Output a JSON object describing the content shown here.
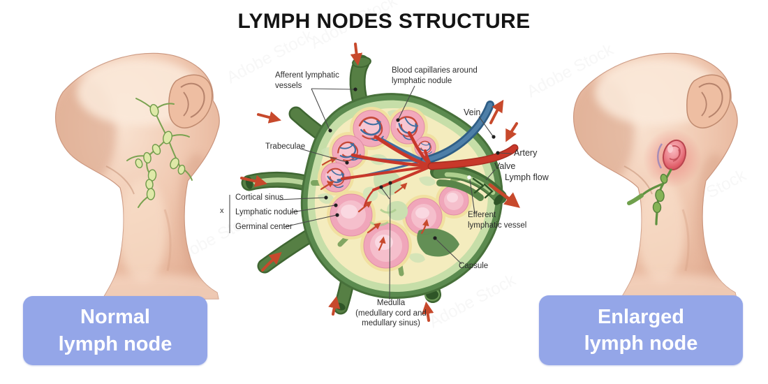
{
  "title": "LYMPH NODES STRUCTURE",
  "watermark": "Adobe Stock",
  "labels": {
    "afferent": "Afferent lymphatic\nvessels",
    "blood_capillaries": "Blood capillaries around\nlymphatic nodule",
    "vein": "Vein",
    "artery": "Artery",
    "valve": "Valve",
    "lymph_flow": "Lymph flow",
    "trabeculae": "Trabeculae",
    "cortical_sinus": "Cortical sinus",
    "lymphatic_nodule": "Lymphatic nodule",
    "germinal_center": "Germinal center",
    "bracket_marker": "x",
    "efferent": "Efferent\nlymphatic vessel",
    "capsule": "Capsule",
    "medulla": "Medulla\n(medullary cord and\nmedullary sinus)"
  },
  "captions": {
    "normal": "Normal\nlymph node",
    "enlarged": "Enlarged\nlymph node"
  },
  "colors": {
    "caption_bg": "#94A6E8",
    "caption_text": "#FFFFFF",
    "capsule_green": "#5B8A4F",
    "vessel_dark_green": "#3F6632",
    "rim_light_green": "#C6DEA8",
    "interior_cream": "#F4ECBE",
    "nodule_pink": "#F2A9BC",
    "artery_red": "#C8382A",
    "vein_blue": "#2F5E86",
    "flow_arrow_red": "#C7492C",
    "skin_base": "#F1CBB4",
    "normal_node_green": "#DFE9A8",
    "enlarged_node_red": "#DE5B66"
  }
}
